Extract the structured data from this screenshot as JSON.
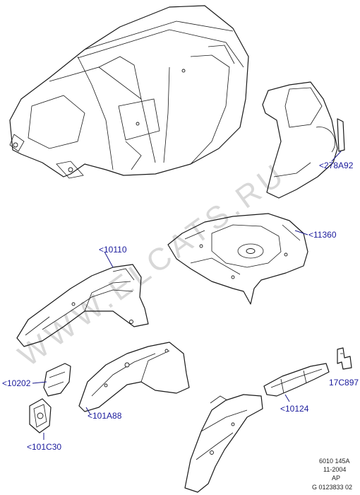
{
  "watermark": "WWW.ELCATS.RU",
  "callouts": {
    "c278A92": "<278A92",
    "c11360": "<11360",
    "c10110": "<10110",
    "c10202": "<10202",
    "c101C30": "<101C30",
    "c101A88": "<101A88",
    "c10124": "<10124",
    "c17C897": "17C897"
  },
  "reference": {
    "line1": "6010 145A",
    "line2": "11-2004",
    "line3": "AP",
    "line4": "G 0123833 02"
  }
}
